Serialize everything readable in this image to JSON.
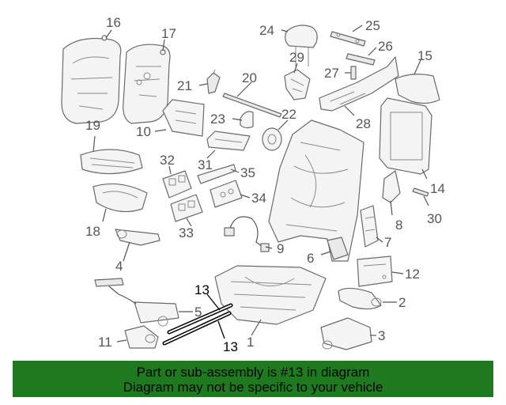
{
  "callouts": {
    "c1": "1",
    "c2": "2",
    "c3": "3",
    "c4": "4",
    "c5": "5",
    "c6": "6",
    "c7": "7",
    "c8": "8",
    "c9": "9",
    "c10": "10",
    "c11": "11",
    "c12": "12",
    "c13a": "13",
    "c13b": "13",
    "c14": "14",
    "c15": "15",
    "c16": "16",
    "c17": "17",
    "c18": "18",
    "c19": "19",
    "c20": "20",
    "c21": "21",
    "c22": "22",
    "c23": "23",
    "c24": "24",
    "c25": "25",
    "c26": "26",
    "c27": "27",
    "c28": "28",
    "c29": "29",
    "c30": "30",
    "c31": "31",
    "c32": "32",
    "c33": "33",
    "c34": "34",
    "c35": "35"
  },
  "highlight_part": "13",
  "banner": {
    "line1": "Part or sub-assembly is #13 in diagram",
    "line2": "Diagram may not be specific to your vehicle",
    "color": "#1f7a1f"
  }
}
